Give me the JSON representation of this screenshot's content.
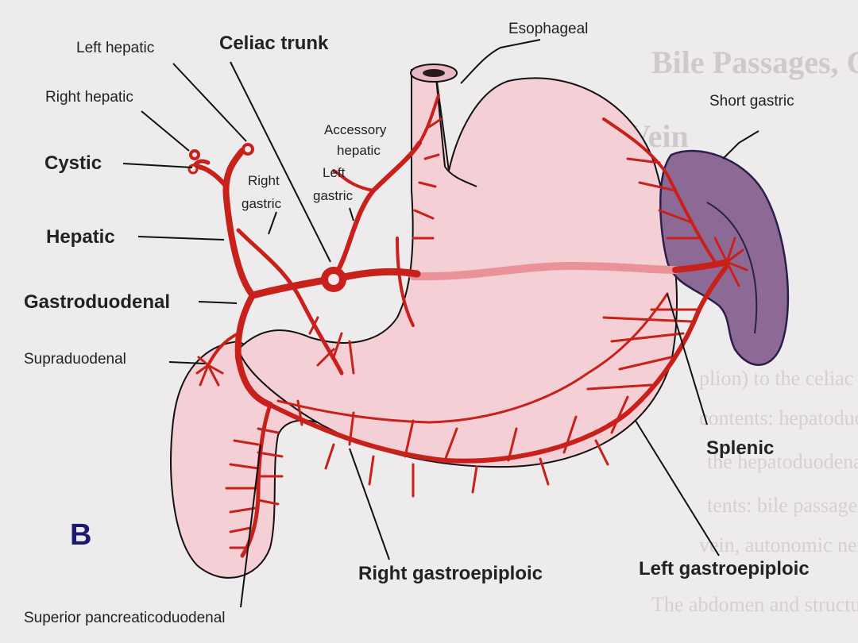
{
  "figure": {
    "panel_letter": "B",
    "background_text": {
      "heading_line1": "Bile Passages, Celiac Trunk,",
      "heading_line2": "and Portal Vein",
      "body_lines": [
        "plion) to the celiac arteries, gastroduodenal",
        "contents: hepatoduodenal ligament with its",
        "the hepatoduodenal ligament with its con-",
        "tents: bile passages, hepatic arteries, portal",
        "vein, autonomic nerves, and lymphatics.",
        "The abdomen and structures of the bil"
      ]
    },
    "labels": {
      "left_hepatic": "Left hepatic",
      "celiac_trunk": "Celiac trunk",
      "esophageal": "Esophageal",
      "right_hepatic": "Right hepatic",
      "short_gastric": "Short gastric",
      "accessory_hepatic_line1": "Accessory",
      "accessory_hepatic_line2": "hepatic",
      "cystic": "Cystic",
      "right_gastric_line1": "Right",
      "right_gastric_line2": "gastric",
      "left_gastric_line1": "Left",
      "left_gastric_line2": "gastric",
      "hepatic": "Hepatic",
      "gastroduodenal": "Gastroduodenal",
      "supraduodenal": "Supraduodenal",
      "splenic": "Splenic",
      "right_gastroepiploic": "Right gastroepiploic",
      "left_gastroepiploic": "Left gastroepiploic",
      "superior_pancreaticoduodenal": "Superior pancreaticoduodenal"
    },
    "colors": {
      "artery": "#c8211b",
      "organ_fill": "#f4cfd6",
      "spleen_fill": "#8c6a95",
      "background": "#eeebec"
    }
  }
}
